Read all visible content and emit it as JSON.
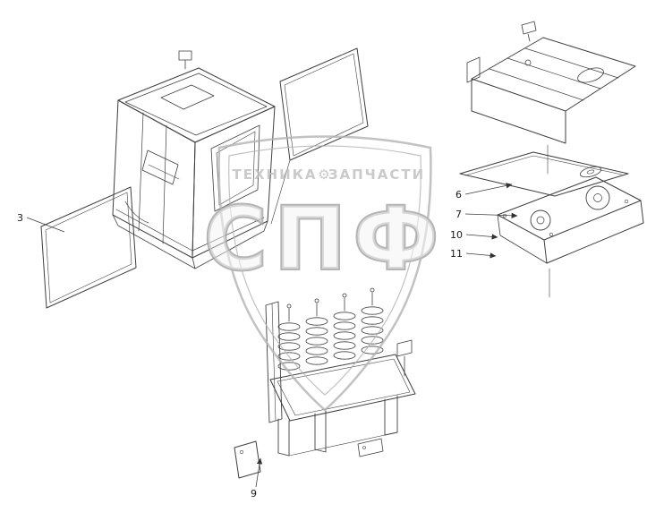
{
  "diagram": {
    "callouts": {
      "c3": "3",
      "c6": "6",
      "c7": "7",
      "c9": "9",
      "c10": "10",
      "c11": "11"
    },
    "watermark": {
      "banner_left": "ТЕХНИКА",
      "gear_icon": "⚙",
      "banner_right": "ЗАПЧАСТИ",
      "big_text": "СПФ"
    },
    "colors": {
      "line": "#3f3f3f",
      "callout_text": "#1a1a1a",
      "watermark": "#b3b3b3",
      "background": "#ffffff"
    }
  }
}
